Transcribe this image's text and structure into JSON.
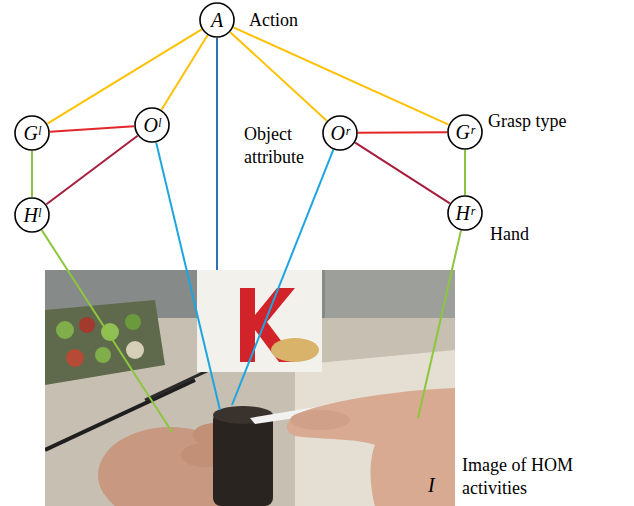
{
  "diagram": {
    "nodes": [
      {
        "text": [
          "A",
          "Action"
        ]
      },
      {
        "text": [
          "Gˡ"
        ]
      },
      {
        "text": [
          "Oˡ"
        ]
      },
      {
        "text": [
          "Oʳ",
          "Object attribute"
        ]
      },
      {
        "text": [
          "Gʳ",
          "Grasp type"
        ]
      },
      {
        "text": [
          "Hˡ"
        ]
      },
      {
        "text": [
          "Hʳ",
          "Hand"
        ]
      },
      {
        "text": [
          "I",
          "Image of HOM activities"
        ]
      }
    ],
    "edges": [
      {
        "from": 0,
        "to": 1,
        "arrow": "none"
      },
      {
        "from": 0,
        "to": 2,
        "arrow": "none"
      },
      {
        "from": 0,
        "to": 3,
        "arrow": "none"
      },
      {
        "from": 0,
        "to": 4,
        "arrow": "none"
      },
      {
        "from": 0,
        "to": 7,
        "arrow": "none"
      },
      {
        "from": 1,
        "to": 2,
        "arrow": "none"
      },
      {
        "from": 1,
        "to": 5,
        "arrow": "none"
      },
      {
        "from": 2,
        "to": 5,
        "arrow": "none"
      },
      {
        "from": 3,
        "to": 4,
        "arrow": "none"
      },
      {
        "from": 3,
        "to": 6,
        "arrow": "none"
      },
      {
        "from": 4,
        "to": 6,
        "arrow": "none"
      },
      {
        "from": 5,
        "to": 7,
        "arrow": "none"
      },
      {
        "from": 2,
        "to": 7,
        "arrow": "none"
      },
      {
        "from": 3,
        "to": 7,
        "arrow": "none"
      },
      {
        "from": 6,
        "to": 7,
        "arrow": "none"
      }
    ]
  }
}
